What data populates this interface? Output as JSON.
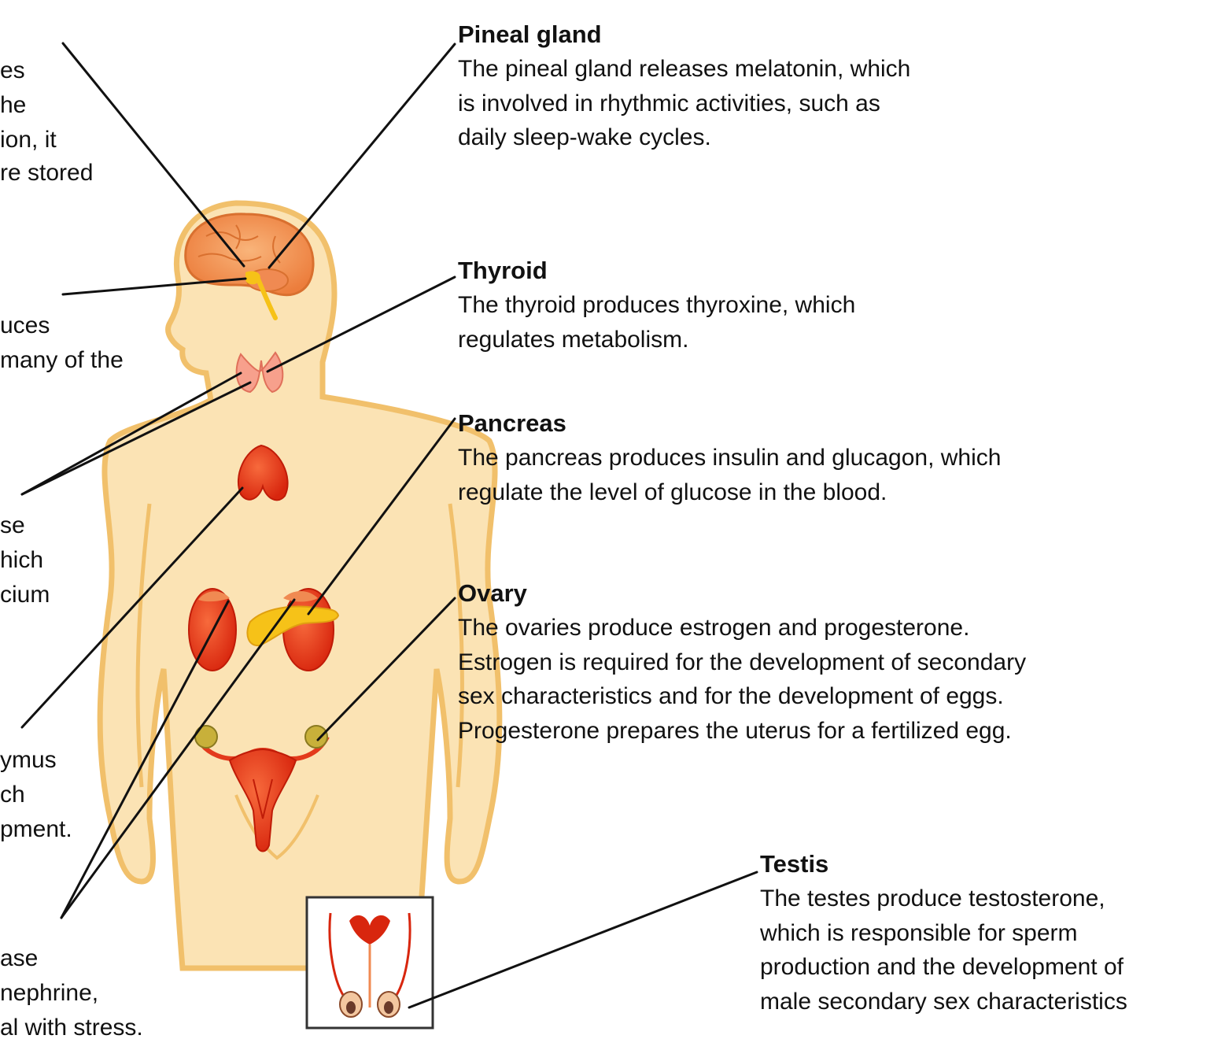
{
  "right_labels": {
    "pineal": {
      "title": "Pineal gland",
      "lines": [
        "The pineal gland releases melatonin, which",
        "is involved in rhythmic activities, such as",
        "daily sleep-wake cycles."
      ]
    },
    "thyroid": {
      "title": "Thyroid",
      "lines": [
        "The thyroid produces thyroxine, which",
        "regulates metabolism."
      ]
    },
    "pancreas": {
      "title": "Pancreas",
      "lines": [
        "The pancreas produces insulin and glucagon, which",
        "regulate the level of glucose in the blood."
      ]
    },
    "ovary": {
      "title": "Ovary",
      "lines": [
        "The ovaries produce estrogen and progesterone.",
        "Estrogen is required for the development of secondary",
        "sex characteristics and for the development of eggs.",
        "Progesterone prepares the uterus for a fertilized egg."
      ]
    },
    "testis": {
      "title": "Testis",
      "lines": [
        "The testes produce testosterone,",
        "which is responsible for sperm",
        "production and the development of",
        "male secondary sex characteristics"
      ]
    }
  },
  "left_fragments": {
    "hypothalamus": [
      "es",
      "he",
      "ion, it",
      "re stored"
    ],
    "pituitary": [
      "uces",
      "many of the"
    ],
    "parathyroid": [
      "se",
      "hich",
      "cium"
    ],
    "thymus": [
      "ymus",
      "ch",
      "pment."
    ],
    "adrenal": [
      "ase",
      "nephrine,",
      "al with stress."
    ]
  },
  "colors": {
    "skin": "#fbe3b4",
    "skin_outline": "#f1c06b",
    "organ_red": "#e33a1c",
    "brain": "#f39a5a",
    "gland_yellow": "#f6c218",
    "leader_line": "#111111"
  }
}
